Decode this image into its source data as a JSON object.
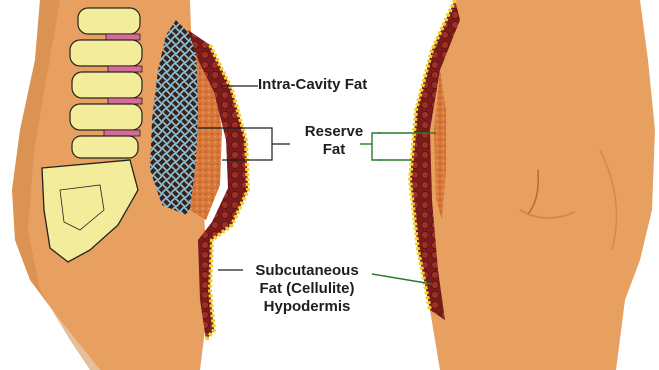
{
  "labels": {
    "intra_cavity": "Intra-Cavity Fat",
    "reserve_line1": "Reserve",
    "reserve_line2": "Fat",
    "subcutaneous_line1": "Subcutaneous",
    "subcutaneous_line2": "Fat (Cellulite)",
    "subcutaneous_line3": "Hypodermis"
  },
  "colors": {
    "skin": "#e8a060",
    "skin_shadow": "#c8783c",
    "subcutaneous_fat": "#8a2222",
    "reserve_fat": "#d46a30",
    "intra_cavity_fat": "#6fa8c8",
    "fat_border": "#f2d02a",
    "bone": "#f3ec9a",
    "disc": "#d86a9a",
    "leader_line": "#2a7a2a"
  }
}
